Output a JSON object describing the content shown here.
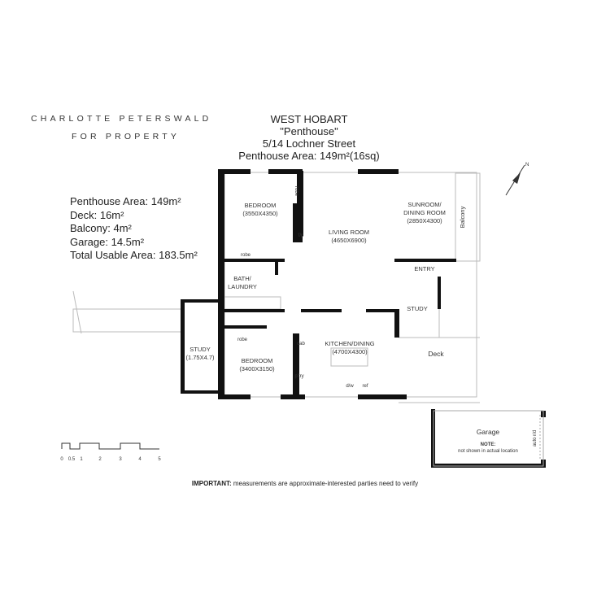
{
  "brand": {
    "line1": "CHARLOTTE PETERSWALD",
    "line2": "FOR PROPERTY"
  },
  "header": {
    "suburb": "WEST HOBART",
    "name": "\"Penthouse\"",
    "address": "5/14 Lochner Street",
    "area": "Penthouse Area: 149m²(16sq)"
  },
  "areas": [
    "Penthouse Area: 149m²",
    "Deck: 16m²",
    "Balcony: 4m²",
    "Garage: 14.5m²",
    "Total Usable Area: 183.5m²"
  ],
  "rooms": {
    "bedroom1": {
      "name": "BEDROOM",
      "size": "(3550X4350)"
    },
    "living": {
      "name": "LIVING ROOM",
      "size": "(4650X6900)"
    },
    "sunroom": {
      "name1": "SUNROOM/",
      "name2": "DINING ROOM",
      "size": "(2850X4300)"
    },
    "balcony": "Balcony",
    "entry": "ENTRY",
    "study1": "STUDY",
    "bath": {
      "name1": "BATH/",
      "name2": "LAUNDRY"
    },
    "kitchen": {
      "name": "KITCHEN/DINING",
      "size": "(4700X4300)"
    },
    "bedroom2": {
      "name": "BEDROOM",
      "size": "(3400X3150)"
    },
    "study2": {
      "name": "STUDY",
      "size": "(1.75X4.7)"
    },
    "deck": "Deck",
    "robe1": "robe",
    "robe2": "robe",
    "robe3": "robe",
    "fp": "f/p",
    "cab": "cab",
    "pantry": "p'try",
    "dw": "d/w",
    "ref": "ref"
  },
  "garage": {
    "name": "Garage",
    "note_title": "NOTE:",
    "note": "not shown in actual location",
    "door": "auto r/d"
  },
  "scale": [
    "0",
    "0.5",
    "1",
    "2",
    "3",
    "4",
    "5"
  ],
  "compass": "N",
  "disclaimer": {
    "bold": "IMPORTANT:",
    "text": " measurements are approximate-interested parties need to verify"
  }
}
